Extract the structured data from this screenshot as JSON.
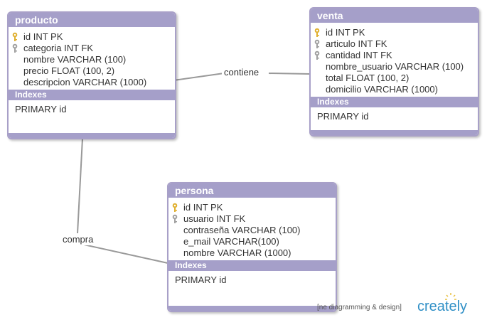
{
  "entities": {
    "producto": {
      "title": "producto",
      "fields": [
        {
          "text": "id INT PK",
          "key": "primary-key-icon"
        },
        {
          "text": "categoria INT FK",
          "key": "foreign-key-icon"
        },
        {
          "text": "nombre VARCHAR (100)",
          "key": ""
        },
        {
          "text": "precio FLOAT (100, 2)",
          "key": ""
        },
        {
          "text": "descripcion VARCHAR (1000)",
          "key": ""
        }
      ],
      "indexes_label": "Indexes",
      "indexes": [
        "PRIMARY id"
      ]
    },
    "venta": {
      "title": "venta",
      "fields": [
        {
          "text": "id INT PK",
          "key": "primary-key-icon"
        },
        {
          "text": "articulo INT FK",
          "key": "foreign-key-icon"
        },
        {
          "text": "cantidad INT FK",
          "key": "foreign-key-icon"
        },
        {
          "text": "nombre_usuario VARCHAR (100)",
          "key": ""
        },
        {
          "text": "total FLOAT (100, 2)",
          "key": ""
        },
        {
          "text": "domicilio VARCHAR (1000)",
          "key": ""
        }
      ],
      "indexes_label": "Indexes",
      "indexes": [
        "PRIMARY id"
      ]
    },
    "persona": {
      "title": "persona",
      "fields": [
        {
          "text": "id INT PK",
          "key": "primary-key-icon"
        },
        {
          "text": "usuario INT FK",
          "key": "foreign-key-icon"
        },
        {
          "text": "contraseña VARCHAR (100)",
          "key": ""
        },
        {
          "text": "e_mail VARCHAR(100)",
          "key": ""
        },
        {
          "text": "nombre VARCHAR (1000)",
          "key": ""
        }
      ],
      "indexes_label": "Indexes",
      "indexes": [
        "PRIMARY id"
      ]
    }
  },
  "relationships": {
    "contiene": "contiene",
    "compra": "compra"
  },
  "watermark": {
    "text": "[ne diagramming & design]",
    "brand": "creately"
  },
  "colors": {
    "header": "#a59fc9",
    "border": "#a8a0c8",
    "primary_key": "#e0b030",
    "foreign_key": "#a0a0a0",
    "connector": "#999999",
    "brand": "#2f8fc6"
  }
}
